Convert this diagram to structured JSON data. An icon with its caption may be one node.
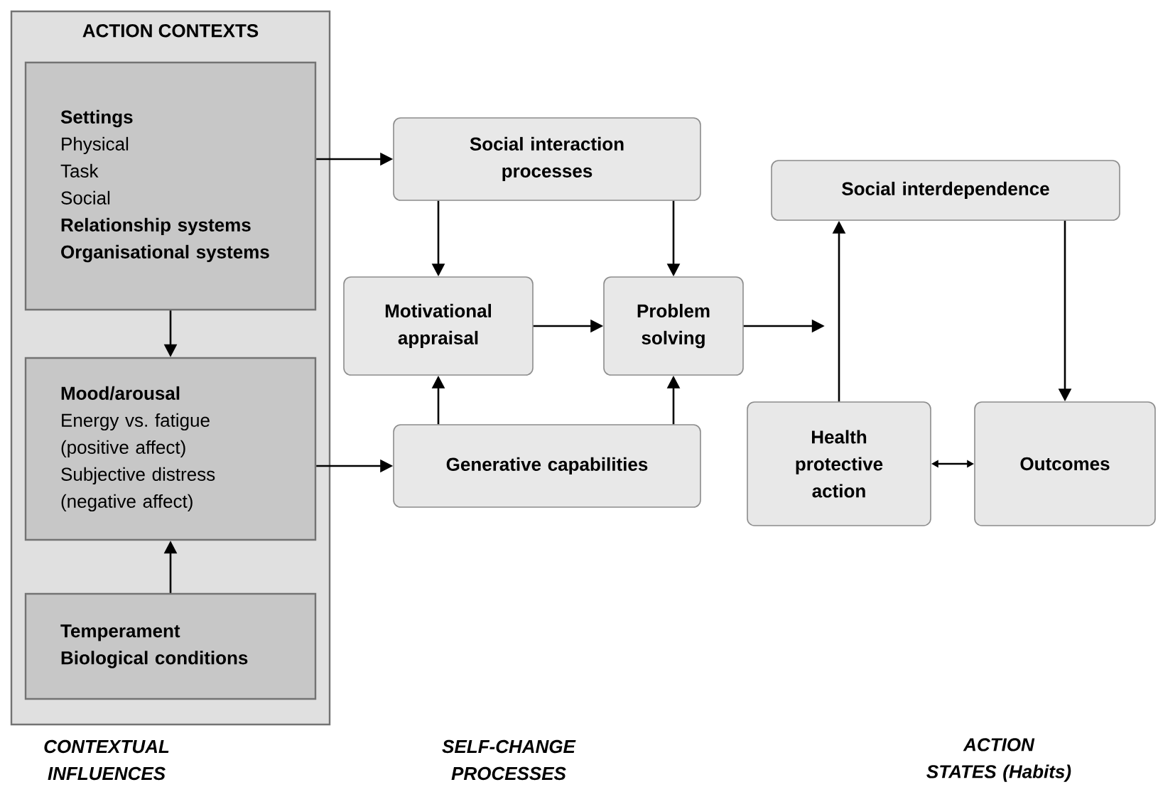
{
  "diagram": {
    "nodes": [
      {
        "text": [
          "ACTION CONTEXTS"
        ]
      },
      {
        "text": [
          "Settings",
          "Physical",
          "Task",
          "Social",
          "Relationship systems",
          "Organisational systems"
        ],
        "in": 0
      },
      {
        "text": [
          "Mood/arousal",
          "Energy vs. fatigue (positive affect)",
          "Subjective distress (negative affect)"
        ],
        "in": 0
      },
      {
        "text": [
          "Temperament",
          "Biological conditions"
        ],
        "in": 0
      },
      {
        "text": [
          "Social interaction processes"
        ]
      },
      {
        "text": [
          "Motivational appraisal"
        ]
      },
      {
        "text": [
          "Problem solving"
        ]
      },
      {
        "text": [
          "Generative capabilities"
        ]
      },
      {
        "text": [
          "Social interdependence"
        ]
      },
      {
        "text": [
          "Health protective action"
        ]
      },
      {
        "text": [
          "Outcomes"
        ]
      }
    ],
    "edges": [
      {
        "from": 1,
        "to": 2,
        "arrow": "to"
      },
      {
        "from": 3,
        "to": 2,
        "arrow": "to"
      },
      {
        "from": 1,
        "to": 4,
        "arrow": "to"
      },
      {
        "from": 2,
        "to": 7,
        "arrow": "to"
      },
      {
        "from": 4,
        "to": 5,
        "arrow": "to"
      },
      {
        "from": 4,
        "to": 6,
        "arrow": "to"
      },
      {
        "from": 5,
        "to": 6,
        "arrow": "to"
      },
      {
        "from": 7,
        "to": 5,
        "arrow": "to"
      },
      {
        "from": 7,
        "to": 6,
        "arrow": "to"
      },
      {
        "from": 6,
        "to": null,
        "arrow": "to"
      },
      {
        "from": 9,
        "to": 8,
        "arrow": "to"
      },
      {
        "from": 8,
        "to": 10,
        "arrow": "to"
      },
      {
        "from": 9,
        "to": 10,
        "arrow": "both"
      }
    ],
    "labels": [
      "CONTEXTUAL INFLUENCES",
      "SELF-CHANGE PROCESSES",
      "ACTION STATES (Habits)"
    ]
  }
}
